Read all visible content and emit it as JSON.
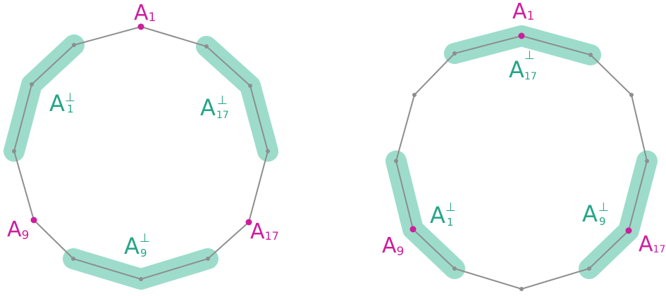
{
  "colors": {
    "edge": "#8e8e8e",
    "band": "#9ddccb",
    "magenta": "#cc1f9d",
    "green": "#27a58a"
  },
  "perp_symbol": "⊥",
  "left": {
    "points": {
      "A1": {
        "base": "A",
        "sub": "1"
      },
      "A9": {
        "base": "A",
        "sub": "9"
      },
      "A17": {
        "base": "A",
        "sub": "17"
      }
    },
    "bands": {
      "A1perp": {
        "base": "A",
        "sub": "1"
      },
      "A17perp": {
        "base": "A",
        "sub": "17"
      },
      "A9perp": {
        "base": "A",
        "sub": "9"
      }
    }
  },
  "right": {
    "points": {
      "A1": {
        "base": "A",
        "sub": "1"
      },
      "A9": {
        "base": "A",
        "sub": "9"
      },
      "A17": {
        "base": "A",
        "sub": "17"
      }
    },
    "bands": {
      "A17perp": {
        "base": "A",
        "sub": "17"
      },
      "A1perp": {
        "base": "A",
        "sub": "1"
      },
      "A9perp": {
        "base": "A",
        "sub": "9"
      }
    }
  }
}
